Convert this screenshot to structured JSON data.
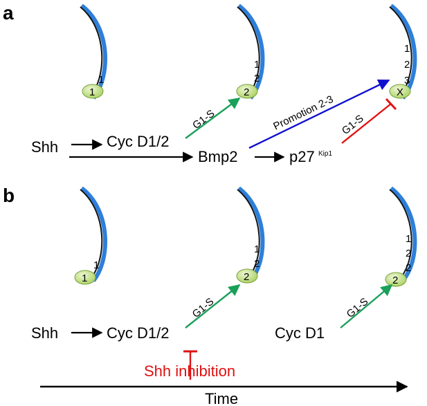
{
  "panel_a": {
    "label": "a",
    "nodes": {
      "shh": "Shh",
      "cyc": "Cyc D1/2",
      "bmp": "Bmp2",
      "p27": "p27",
      "p27_sup": "Kip1"
    },
    "arrow_labels": {
      "g1s_green": "G1-S",
      "promotion": "Promotion 2-3",
      "g1s_red": "G1-S"
    },
    "cells": [
      {
        "badge": "1",
        "stack": [
          "1"
        ]
      },
      {
        "badge": "2",
        "stack": [
          "1",
          "2"
        ]
      },
      {
        "badge": "X",
        "stack": [
          "1",
          "2",
          "3"
        ]
      }
    ]
  },
  "panel_b": {
    "label": "b",
    "nodes": {
      "shh": "Shh",
      "cyc": "Cyc D1/2",
      "cyc2": "Cyc D1"
    },
    "arrow_labels": {
      "g1s_1": "G1-S",
      "g1s_2": "G1-S"
    },
    "inhibition": "Shh inhibition",
    "cells": [
      {
        "badge": "1",
        "stack": [
          "1"
        ]
      },
      {
        "badge": "2",
        "stack": [
          "1",
          "2"
        ]
      },
      {
        "badge": "2",
        "stack": [
          "1",
          "2",
          "2"
        ]
      }
    ],
    "time_label": "Time"
  },
  "colors": {
    "green_arrow": "#1aa05a",
    "blue_arrow": "#1010d0",
    "red_arrow": "#e01010",
    "blade_blue": "#2e7fd9",
    "cell_fill": "#c5e28a"
  }
}
